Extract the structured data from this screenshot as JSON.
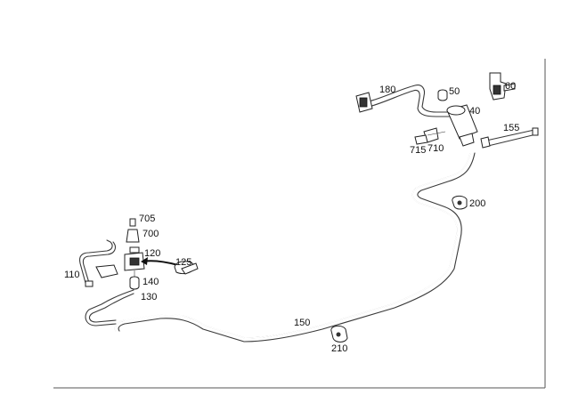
{
  "diagram": {
    "callouts": {
      "c180": "180",
      "c50": "50",
      "c60": "60",
      "c40": "40",
      "c155": "155",
      "c715": "715",
      "c710": "710",
      "c200": "200",
      "c705": "705",
      "c700": "700",
      "c120": "120",
      "c125": "125",
      "c110": "110",
      "c140": "140",
      "c130": "130",
      "c150": "150",
      "c210": "210"
    }
  }
}
